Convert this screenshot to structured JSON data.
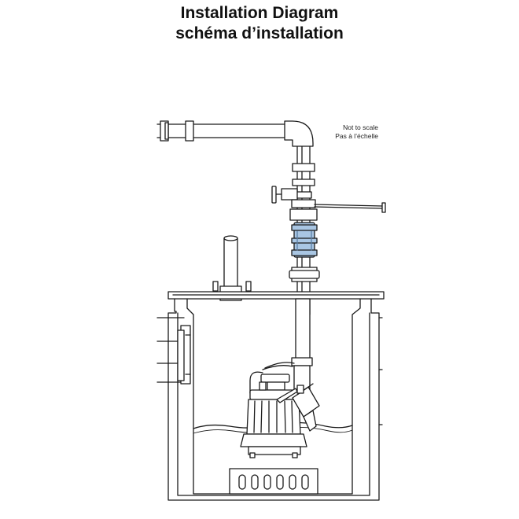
{
  "header": {
    "title_en": "Installation Diagram",
    "title_fr": "schéma d’installation"
  },
  "notes": {
    "scale_en": "Not to scale",
    "scale_fr": "Pas à l’échelle"
  },
  "colors": {
    "line": "#1a1a1a",
    "check_valve": "#a9c6e3",
    "check_valve_dark": "#5a7fa6"
  },
  "components": [
    "discharge-pipe",
    "gate-valve",
    "check-valve",
    "vent-pipe",
    "sump-basin",
    "basin-cover",
    "inlet-pipe",
    "power-cord",
    "sump-pump",
    "float-switch",
    "pump-stand"
  ]
}
